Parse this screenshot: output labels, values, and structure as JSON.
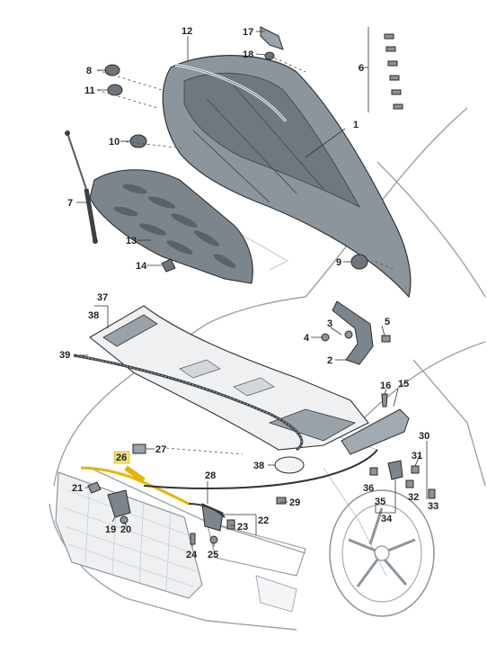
{
  "diagram": {
    "callouts": [
      {
        "id": "c1",
        "text": "1"
      },
      {
        "id": "c2",
        "text": "2"
      },
      {
        "id": "c3",
        "text": "3"
      },
      {
        "id": "c4",
        "text": "4"
      },
      {
        "id": "c5",
        "text": "5"
      },
      {
        "id": "c6",
        "text": "6"
      },
      {
        "id": "c7",
        "text": "7"
      },
      {
        "id": "c8",
        "text": "8"
      },
      {
        "id": "c9",
        "text": "9"
      },
      {
        "id": "c10",
        "text": "10"
      },
      {
        "id": "c11",
        "text": "11"
      },
      {
        "id": "c12",
        "text": "12"
      },
      {
        "id": "c13",
        "text": "13"
      },
      {
        "id": "c14",
        "text": "14"
      },
      {
        "id": "c15",
        "text": "15"
      },
      {
        "id": "c16",
        "text": "16"
      },
      {
        "id": "c17",
        "text": "17"
      },
      {
        "id": "c18",
        "text": "18"
      },
      {
        "id": "c19",
        "text": "19"
      },
      {
        "id": "c20",
        "text": "20"
      },
      {
        "id": "c21",
        "text": "21"
      },
      {
        "id": "c22",
        "text": "22"
      },
      {
        "id": "c23",
        "text": "23"
      },
      {
        "id": "c24",
        "text": "24"
      },
      {
        "id": "c25",
        "text": "25"
      },
      {
        "id": "c26",
        "text": "26"
      },
      {
        "id": "c27",
        "text": "27"
      },
      {
        "id": "c28",
        "text": "28"
      },
      {
        "id": "c29",
        "text": "29"
      },
      {
        "id": "c30",
        "text": "30"
      },
      {
        "id": "c31",
        "text": "31"
      },
      {
        "id": "c32",
        "text": "32"
      },
      {
        "id": "c33",
        "text": "33"
      },
      {
        "id": "c34",
        "text": "34"
      },
      {
        "id": "c35",
        "text": "35"
      },
      {
        "id": "c36",
        "text": "36"
      },
      {
        "id": "c37",
        "text": "37"
      },
      {
        "id": "c38a",
        "text": "38"
      },
      {
        "id": "c38b",
        "text": "38"
      },
      {
        "id": "c39",
        "text": "39"
      }
    ],
    "colors": {
      "hood": "#8d959c",
      "hood_dark": "#5f676e",
      "liner": "#7d858c",
      "car_outline": "#9aa3ab",
      "highlight_part": "#e8b400",
      "highlight_label_bg": "#f2e27a"
    },
    "highlighted_callout": "26"
  }
}
